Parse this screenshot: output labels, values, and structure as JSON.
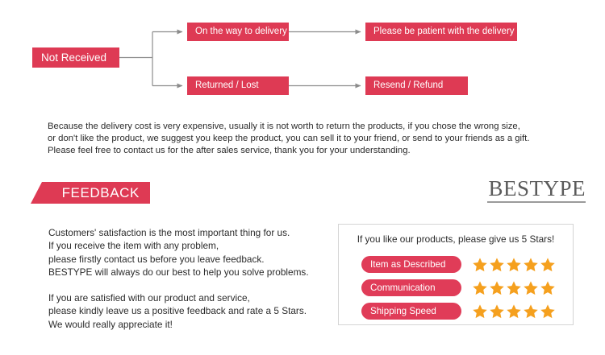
{
  "flow": {
    "start_node": "Not Received",
    "branches": [
      {
        "step": "On the way to delivery",
        "outcome": "Please be patient with the delivery"
      },
      {
        "step": "Returned / Lost",
        "outcome": "Resend / Refund"
      }
    ]
  },
  "policy": {
    "lines": [
      "Because the delivery cost is very expensive, usually it is not worth to return the products, if you chose the wrong size,",
      "or don't like the product, we suggest you keep the product, you can sell it to your friend, or send to your friends as a gift.",
      "Please feel free to contact us for the after sales service, thank you for your understanding."
    ]
  },
  "feedback": {
    "banner_label": "FEEDBACK",
    "logo_text": "BESTYPE",
    "paragraph_one": [
      "Customers' satisfaction is the most important thing for us.",
      "If you receive the item with any problem,",
      "please firstly contact us before you leave feedback.",
      "BESTYPE will always do our best to help you solve problems."
    ],
    "paragraph_two": [
      "If you are satisfied with our product and service,",
      "please kindly leave us a positive feedback and rate a 5 Stars.",
      "We would really appreciate it!"
    ]
  },
  "rating_panel": {
    "title": "If you like our products, please give us 5 Stars!",
    "rows": [
      {
        "label": "Item as Described",
        "stars": 5
      },
      {
        "label": "Communication",
        "stars": 5
      },
      {
        "label": "Shipping Speed",
        "stars": 5
      }
    ],
    "max_stars": 5
  },
  "colors": {
    "brand_red": "#DE3A54",
    "pill_red": "#E03C58",
    "star_orange": "#F5A01E",
    "connector_gray": "#8c8c8c",
    "panel_border": "#d4d4d4",
    "logo_gray": "#5b5b5b"
  }
}
